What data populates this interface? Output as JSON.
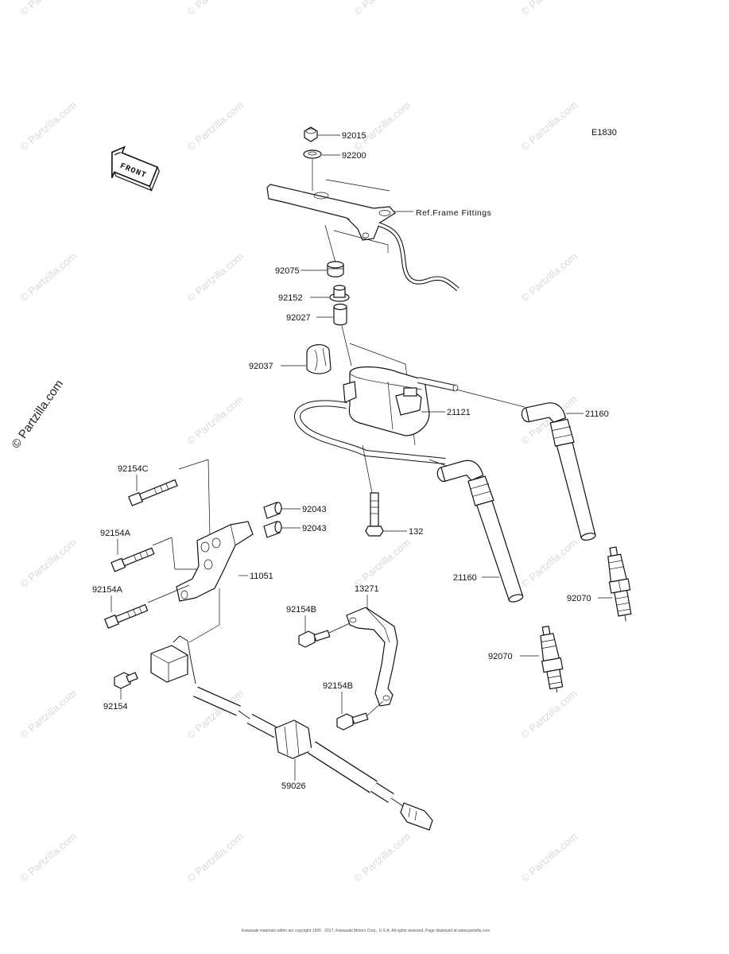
{
  "diagram_code": "E1830",
  "front_badge": "FRONT",
  "ref_label": "Ref.Frame Fittings",
  "watermark_text": "© Partzilla.com",
  "side_watermark": "© Partzilla.com",
  "copyright": "Kawasaki materials within are copyright 1995 - 2017, Kawasaki Motors Corp., U.S.A. All rights reserved. Page displayed at www.partzilla.com",
  "parts": {
    "p92015": "92015",
    "p92200": "92200",
    "p92075": "92075",
    "p92152": "92152",
    "p92027": "92027",
    "p92037": "92037",
    "p21121": "21121",
    "p21160a": "21160",
    "p21160b": "21160",
    "p92154C": "92154C",
    "p92043a": "92043",
    "p92043b": "92043",
    "p132": "132",
    "p92154A_a": "92154A",
    "p92154A_b": "92154A",
    "p11051": "11051",
    "p13271": "13271",
    "p92154B_a": "92154B",
    "p92154B_b": "92154B",
    "p92070a": "92070",
    "p92070b": "92070",
    "p92154": "92154",
    "p59026": "59026"
  }
}
